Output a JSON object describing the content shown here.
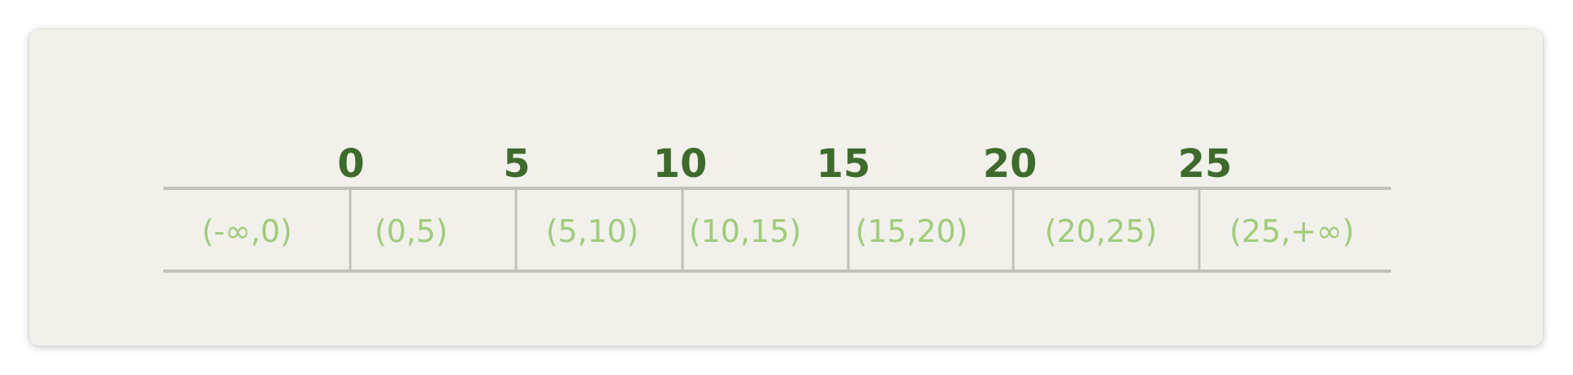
{
  "boundaries": [
    "0",
    "5",
    "10",
    "15",
    "20",
    "25"
  ],
  "intervals": [
    "(-∞,0)",
    "(0,5)",
    "(5,10)",
    "(10,15)",
    "(15,20)",
    "(20,25)",
    "(25,+∞)"
  ],
  "colors": {
    "card_background": "#f1f0eb",
    "boundary_text": "#3e6b2c",
    "interval_text": "#9fcc7a",
    "rule_lines": "#c3c0b8"
  }
}
